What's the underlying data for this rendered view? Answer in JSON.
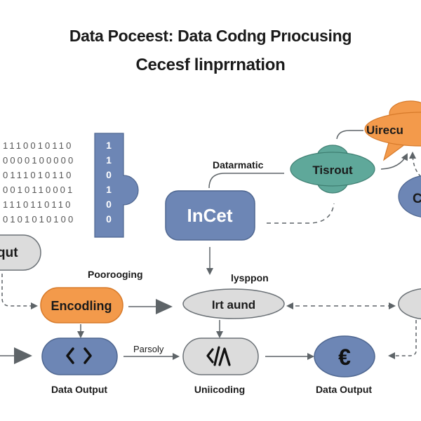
{
  "title": {
    "line1": "Data Poceest: Data Codng Prıocusing",
    "line2": "Cecesf linprrnation"
  },
  "binary_block": {
    "rows": [
      "1110010110",
      "0000100000",
      "0111010110",
      "0010110001",
      "1110110110",
      "0101010100"
    ],
    "column_bits": [
      "1",
      "1",
      "0",
      "1",
      "0",
      "0"
    ]
  },
  "nodes": {
    "input": {
      "label": "qut"
    },
    "encoding": {
      "label": "Encodling"
    },
    "incet": {
      "label": "InCet"
    },
    "tisrout": {
      "label": "Tisrout"
    },
    "uirecu": {
      "label": "Uirecu"
    },
    "c_node": {
      "label": "C"
    },
    "irt_aund": {
      "label": "Irt aund"
    },
    "code_left": {
      "icon": "code-brackets-icon",
      "glyph": "< >"
    },
    "code_mid": {
      "icon": "code-slash-icon",
      "glyph": "</\\"
    },
    "euro": {
      "icon": "euro-icon",
      "glyph": "€"
    }
  },
  "labels": {
    "datarmatic": "Datarmatic",
    "poorooging": "Poorooging",
    "lysppon": "lysppon",
    "parsoly": "Parsoly",
    "data_output_left": "Data Output",
    "unicoding": "Uniicoding",
    "data_output_right": "Data Output"
  },
  "colors": {
    "blue": "#6d86b5",
    "orange": "#f39a4b",
    "teal": "#5fa89a",
    "gray": "#dcdcdc",
    "stroke": "#5e6468"
  }
}
